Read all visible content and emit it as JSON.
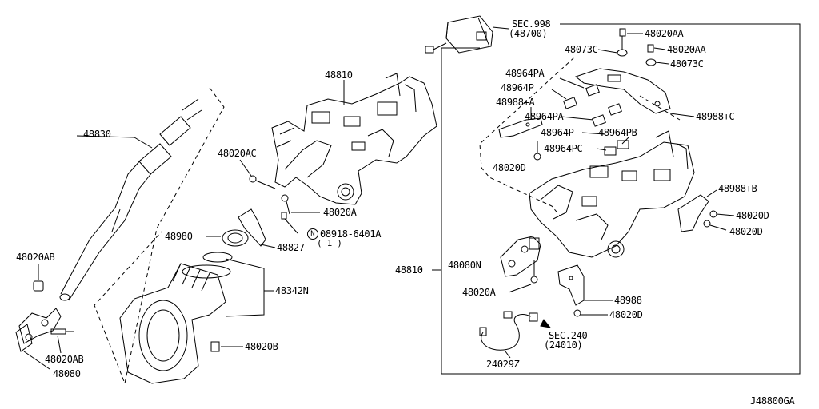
{
  "labels": {
    "p48830": "48830",
    "p48020AC": "48020AC",
    "p48810": "48810",
    "p48020A_top": "48020A",
    "bolt_n_num": "08918-6401A",
    "bolt_n_qty": "( 1 )",
    "n_mark": "N",
    "p48980": "48980",
    "p48827": "48827",
    "p48342N": "48342N",
    "p48020AB_a": "48020AB",
    "p48020AB_b": "48020AB",
    "p48080": "48080",
    "p48020B": "48020B",
    "sec998": "SEC.998",
    "sec998_sub": "(48700)",
    "p48020AA_a": "48020AA",
    "p48020AA_b": "48020AA",
    "p48073C_a": "48073C",
    "p48073C_b": "48073C",
    "p48964PA_a": "48964PA",
    "p48964P_a": "48964P",
    "p48988A": "48988+A",
    "p48964PA_b": "48964PA",
    "p48988C": "48988+C",
    "p48964P_b": "48964P",
    "p48964PB": "48964PB",
    "p48964PC": "48964PC",
    "p48020D_a": "48020D",
    "p48988B": "48988+B",
    "p48020D_b": "48020D",
    "p48020D_c": "48020D",
    "p48810_r": "48810",
    "p48080N": "48080N",
    "p48020A_r": "48020A",
    "p48988": "48988",
    "p48020D_d": "48020D",
    "sec240": "SEC.240",
    "sec240_sub": "(24010)",
    "p24029Z": "24029Z",
    "diagram_code": "J48800GA"
  }
}
